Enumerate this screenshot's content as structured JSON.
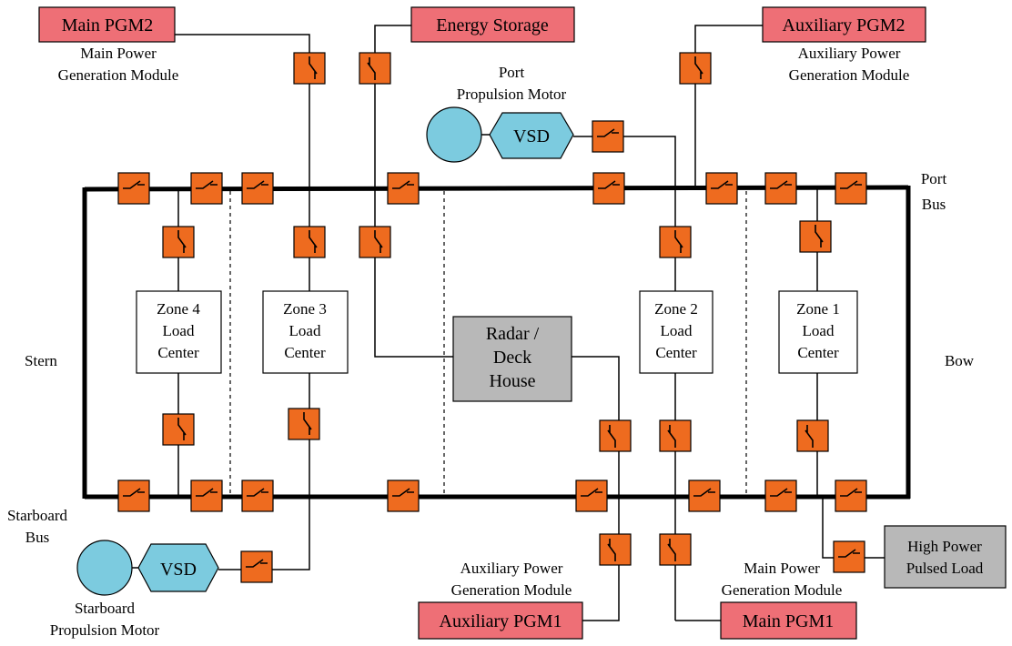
{
  "modules": {
    "main_pgm2": "Main PGM2",
    "energy_storage": "Energy Storage",
    "auxiliary_pgm2": "Auxiliary PGM2",
    "auxiliary_pgm1": "Auxiliary PGM1",
    "main_pgm1": "Main PGM1"
  },
  "captions": {
    "main_pgm2": [
      "Main Power",
      "Generation Module"
    ],
    "auxiliary_pgm2": [
      "Auxiliary Power",
      "Generation Module"
    ],
    "port_motor": [
      "Port",
      "Propulsion Motor"
    ],
    "port_bus": [
      "Port",
      "Bus"
    ],
    "stern": "Stern",
    "bow": "Bow",
    "starboard_bus": [
      "Starboard",
      "Bus"
    ],
    "starboard_motor": [
      "Starboard",
      "Propulsion Motor"
    ],
    "auxiliary_pgm1": [
      "Auxiliary Power",
      "Generation Module"
    ],
    "main_pgm1": [
      "Main Power",
      "Generation Module"
    ]
  },
  "vsd_label": "VSD",
  "zones": {
    "zone4": [
      "Zone 4",
      "Load",
      "Center"
    ],
    "zone3": [
      "Zone 3",
      "Load",
      "Center"
    ],
    "zone2": [
      "Zone 2",
      "Load",
      "Center"
    ],
    "zone1": [
      "Zone 1",
      "Load",
      "Center"
    ]
  },
  "radar": [
    "Radar /",
    "Deck",
    "House"
  ],
  "pulsed_load": [
    "High Power",
    "Pulsed Load"
  ],
  "colors": {
    "breaker": "#ee6b1f",
    "pgm": "#ee6f76",
    "motor": "#7ccbdf",
    "special_load": "#b8b8b8"
  }
}
